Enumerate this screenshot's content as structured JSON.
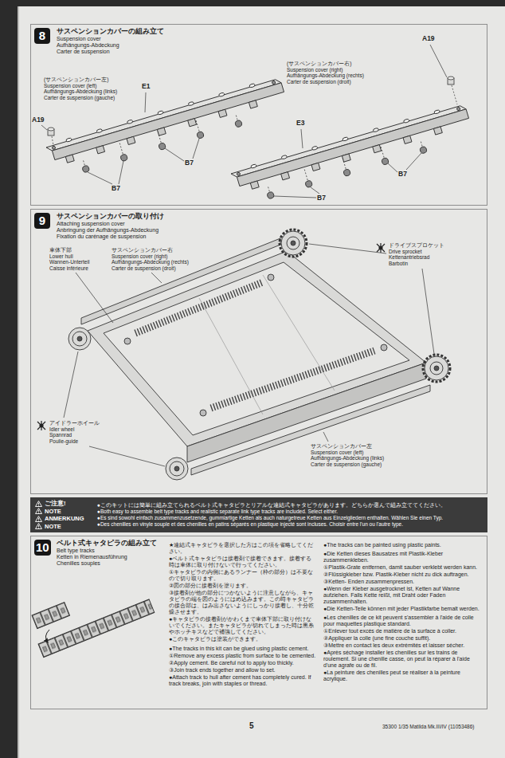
{
  "diagram": {
    "nodes": [
      {
        "text": [
          "8",
          "サスペンションカバーの組み立て",
          "Suspension cover",
          "Aufhängungs-Abdeckung",
          "Carter de suspension"
        ]
      },
      {
        "text": [
          "9",
          "サスペンションカバーの取り付け",
          "Attaching suspension cover",
          "Anbringung der Aufhängungs-Abdeckung",
          "Fixation du carénage de suspension"
        ]
      },
      {
        "text": [
          "ご注意!",
          "NOTE",
          "ANMERKUNG",
          "NOTE",
          "●このキットには簡単に組み立てられるベルト式キャタピラとリアルな連結式キャタピラがあります。どちらか選んで組み立ててください。",
          "●Both easy to assemble belt type tracks and realistic separate link type tracks are included. Select either.",
          "●Es sind sowohl einfach zusammenzusetzende, gummiartige Ketten als auch naturgetreue Ketten aus Einzelgliedern enthalten. Wählen Sie einen Typ.",
          "●Des chenilles en vinyle souple et des chenilles en patins séparés en plastique injecté sont incluses. Choisir entre l'un ou l'autre type."
        ]
      },
      {
        "text": [
          "10",
          "ベルト式キャタピラの組み立て",
          "Belt type tracks",
          "Ketten in Riemenausführung",
          "Chenilles souples"
        ]
      }
    ],
    "labels": [
      "(サスペンションカバー左)",
      "Suspension cover (left)",
      "Aufhängungs-Abdeckung (links)",
      "Carter de suspension (gauche)",
      "A19",
      "E1",
      "B7",
      "B7",
      "(サスペンションカバー右)",
      "Suspension cover (right)",
      "Aufhängungs-Abdeckung (rechts)",
      "Carter de suspension (droit)",
      "A19",
      "E3",
      "B7",
      "B7",
      "車体下部",
      "Lower hull",
      "Wannen-Unterteil",
      "Caisse inférieure",
      "サスペンションカバー右",
      "Suspension cover (right)",
      "Aufhängungs-Abdeckung (rechts)",
      "Carter de suspension (droit)",
      "ドライブスプロケット",
      "Drive sprocket",
      "Kettenantriebsrad",
      "Barbotin",
      "アイドラーホイール",
      "Idler wheel",
      "Spannrad",
      "Poulie-guide",
      "サスペンションカバー左",
      "Suspension cover (left)",
      "Aufhängungs-Abdeckung (links)",
      "Carter de suspension (gauche)",
      "★連結式キャタピラを選択した方はこの項を省略してください。",
      "●ベルト式キャタピラは接着剤で接着できます。接着する時は車体に取り付けないで行ってください。",
      "①キャタピラの内側にあるランナー（枠の部分）は不要なので切り取ります。",
      "②図の部分に接着剤を塗ります。",
      "③接着剤が他の部分につかないように注意しながら、キャタピラの端を図のようにはめ込みます。この時キャタピラの接合部は、はみ出さないようにしっかり接着し、十分乾燥させます。",
      "●キャタピラの接着剤がかわくまで車体下部に取り付けないでください。またキャタピラが切れてしまった時は黒糸やホッチキスなどで補強してください。",
      "●このキャタピラは塗装ができます。",
      "●The tracks in this kit can be glued using plastic cement.",
      "①Remove any excess plastic from surface to be cemented.",
      "②Apply cement. Be careful not to apply too thickly.",
      "③Join track ends together and allow to set.",
      "●Attach track to hull after cement has completely cured. If track breaks, join with staples or thread.",
      "●The tracks can be painted using plastic paints.",
      "●Die Ketten dieses Bausatzes mit Plastik-Kleber zusammenkleben.",
      "①Plastik-Grate entfernen, damit sauber verklebt werden kann.",
      "②Flüssigkleber bzw. Plastik-Kleber nicht zu dick auftragen.",
      "③Ketten- Enden zusammenpressen.",
      "●Wenn der Kleber ausgetrocknet ist, Ketten auf Wanne aufziehen. Falls Kette reißt, mit Draht oder Faden zusammenhalten.",
      "●Die Ketten-Teile können mit jeder Plastikfarbe bemalt werden.",
      "●Les chenilles de ce kit peuvent s'assembler à l'aide de colle pour maquettes plastique standard.",
      "①Enlever tout excès de matière de la surface à coller.",
      "②Appliquer la colle (une fine couche suffit).",
      "③Mettre en contact les deux extrémités et laisser sécher.",
      "●Après séchage installer les chenilles sur les trains de roulement. Si une chenille casse, on peut la réparer à l'aide d'une agrafe ou de fil.",
      "●La peinture des chenilles peut se réaliser à la peinture acrylique.",
      "5",
      "35300 1/35 Matilda Mk.III/IV (11053486)"
    ]
  }
}
